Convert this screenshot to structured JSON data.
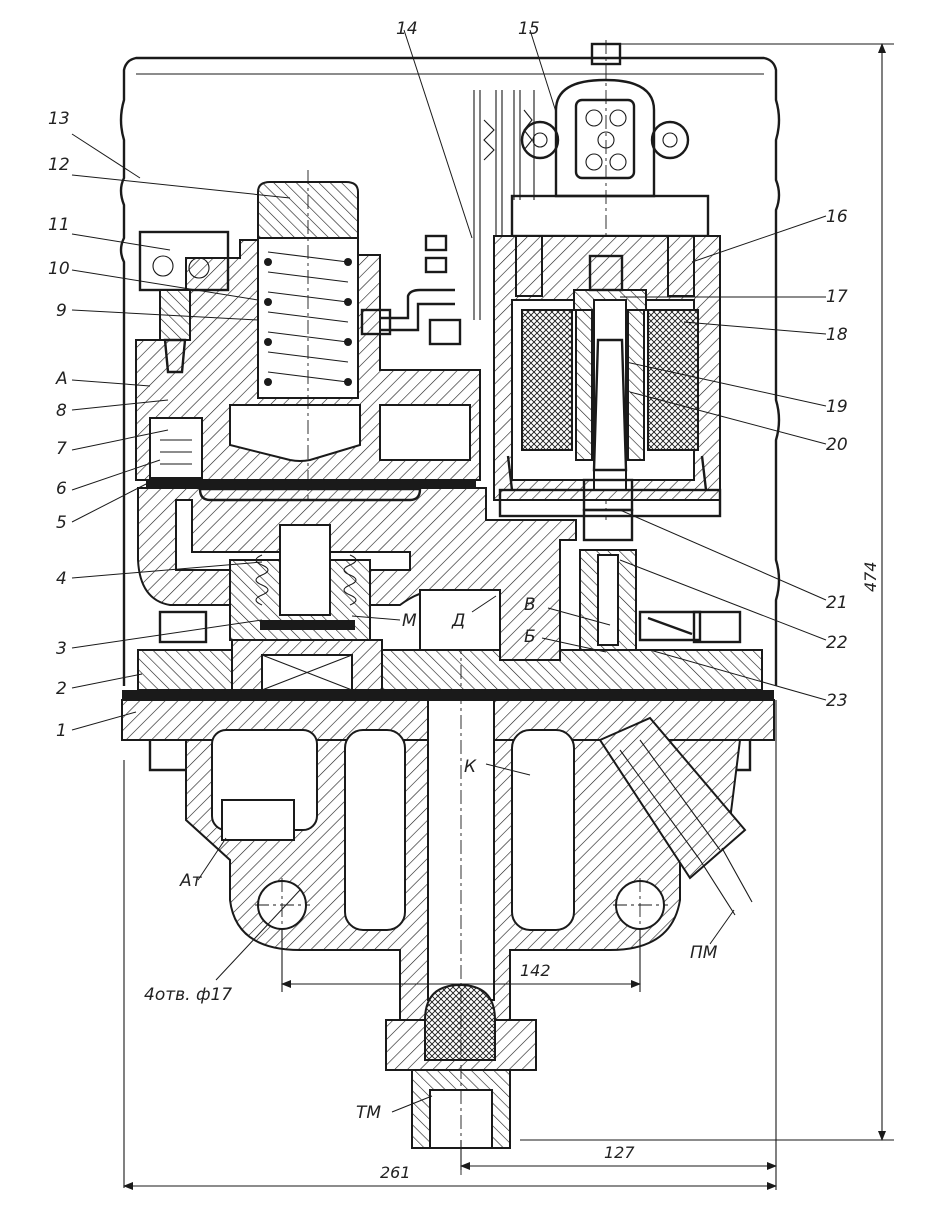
{
  "title": "",
  "part_labels": [
    "1",
    "2",
    "3",
    "4",
    "5",
    "6",
    "7",
    "8",
    "9",
    "10",
    "11",
    "12",
    "13",
    "14",
    "15",
    "16",
    "17",
    "18",
    "19",
    "20",
    "21",
    "22",
    "23"
  ],
  "letter_labels": {
    "A": "А",
    "M": "М",
    "D": "Д",
    "V": "В",
    "B": "Б",
    "K": "К",
    "At": "Ат",
    "PM": "ПМ",
    "TM": "ТМ"
  },
  "holes_note": "4отв. ф17",
  "dimensions": {
    "width_total": "261",
    "half_width": "127",
    "hole_spacing": "142",
    "height_total": "474"
  }
}
